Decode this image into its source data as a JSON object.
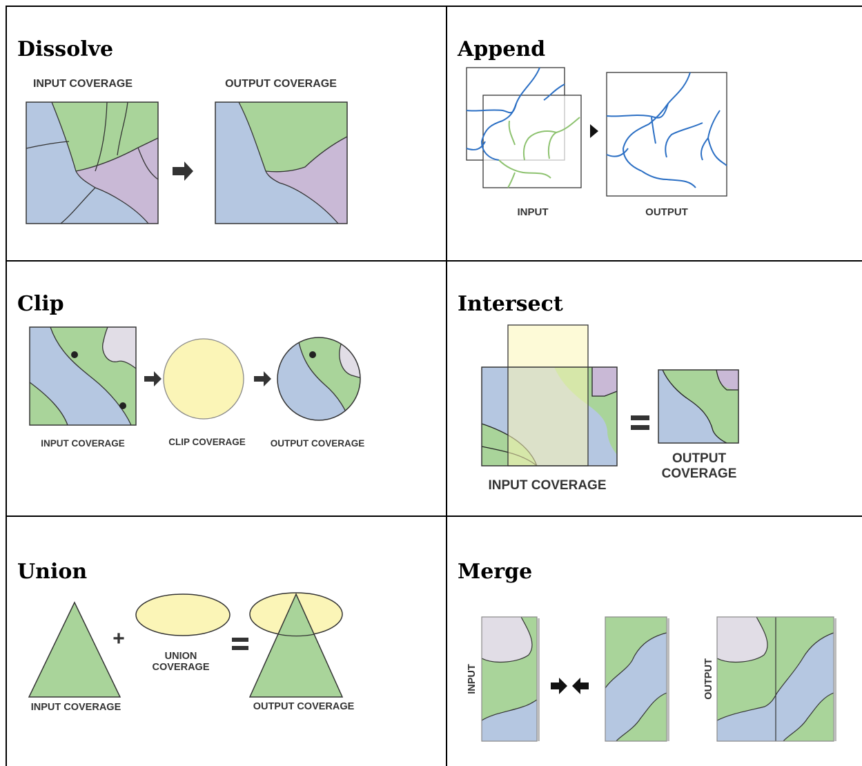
{
  "panels": {
    "dissolve": {
      "title": "Dissolve",
      "input_label": "INPUT COVERAGE",
      "output_label": "OUTPUT COVERAGE"
    },
    "append": {
      "title": "Append",
      "input_label": "INPUT",
      "output_label": "OUTPUT"
    },
    "clip": {
      "title": "Clip",
      "input_label": "INPUT COVERAGE",
      "clip_label": "CLIP COVERAGE",
      "output_label": "OUTPUT COVERAGE"
    },
    "intersect": {
      "title": "Intersect",
      "input_label": "INPUT COVERAGE",
      "output_label_line1": "OUTPUT",
      "output_label_line2": "COVERAGE"
    },
    "union": {
      "title": "Union",
      "input_label": "INPUT COVERAGE",
      "union_label_line1": "UNION",
      "union_label_line2": "COVERAGE",
      "output_label": "OUTPUT COVERAGE"
    },
    "merge": {
      "title": "Merge",
      "input_label": "INPUT",
      "output_label": "OUTPUT"
    }
  },
  "colors": {
    "green": "#a9d49a",
    "blue": "#b5c7e1",
    "purple": "#c9b9d6",
    "lavender": "#e1dde6",
    "yellow": "#fbf5b7",
    "river_blue": "#2b6fc4",
    "river_green": "#8dc26f"
  },
  "symbols": {
    "plus": "+",
    "equals": "="
  }
}
